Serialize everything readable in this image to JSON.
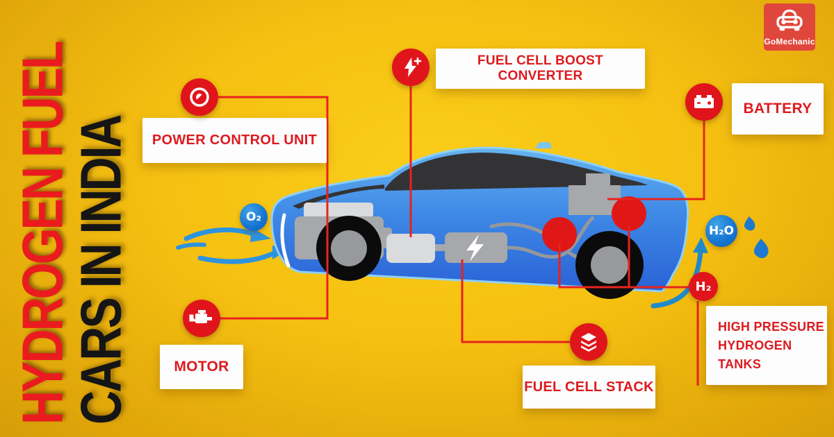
{
  "title": {
    "line1": "HYDROGEN FUEL",
    "line2": "CARS IN INDIA"
  },
  "logo": {
    "brand": "GoMechanic"
  },
  "labels": {
    "power_control_unit": "POWER CONTROL UNIT",
    "fuel_cell_boost_converter": "FUEL CELL BOOST CONVERTER",
    "battery": "BATTERY",
    "motor": "MOTOR",
    "fuel_cell_stack": "FUEL CELL STACK",
    "high_pressure_hydrogen_tanks": "HIGH PRESSURE HYDROGEN TANKS"
  },
  "molecules": {
    "oxygen": "O₂",
    "hydrogen": "H₂",
    "water": "H₂O"
  },
  "icons": {
    "power_control_unit": "gauge-icon",
    "fuel_cell_boost_converter": "bolt-plus-icon",
    "battery": "car-battery-icon",
    "motor": "engine-icon",
    "fuel_cell_stack": "layers-icon"
  },
  "colors": {
    "background_gold": "#f2b90e",
    "accent_red": "#e3201b",
    "label_text_red": "#dd1a1f",
    "title_red": "#ea1b1e",
    "title_black": "#151515",
    "car_blue_light": "#64b2f0",
    "car_blue_dark": "#2a66d9",
    "molecule_blue": "#1976d2",
    "logo_red": "#e0473c",
    "component_gray": "#a6a8ab",
    "glass_dark": "#333333"
  }
}
